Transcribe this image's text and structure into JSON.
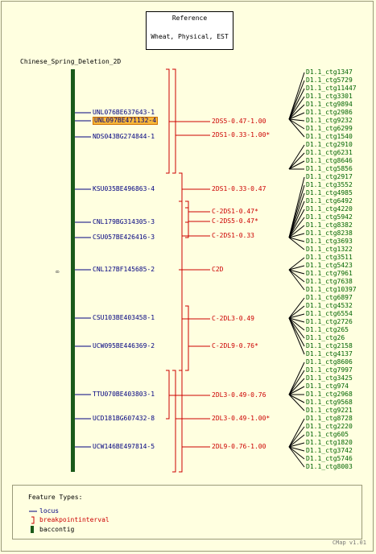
{
  "reference": {
    "line1": "Reference",
    "line2": "Wheat, Physical, EST"
  },
  "map_title": "Chinese_Spring_Deletion_2D",
  "axis_zero": "0",
  "loci": [
    "UNL076BE637643-1",
    "UNL097BE471132-4",
    "NDS043BG274844-1",
    "KSU035BE496863-4",
    "CNL179BG314305-3",
    "CSU057BE426416-3",
    "CNL127BF145685-2",
    "CSU103BE403458-1",
    "UCW095BE446369-2",
    "TTU070BE403803-1",
    "UCD181BG607432-8",
    "UCW146BE497814-5"
  ],
  "highlighted_locus": "UNL097BE471132-4",
  "intervals": [
    "2DS5-0.47-1.00",
    "2DS1-0.33-1.00*",
    "2DS1-0.33-0.47",
    "C-2DS1-0.47*",
    "C-2DS5-0.47*",
    "C-2DS1-0.33",
    "C2D",
    "C-2DL3-0.49",
    "C-2DL9-0.76*",
    "2DL3-0.49-0.76",
    "2DL3-0.49-1.00*",
    "2DL9-0.76-1.00"
  ],
  "contigs": [
    "D1.1_ctg1347",
    "D1.1_ctg5729",
    "D1.1_ctg11447",
    "D1.1_ctg3301",
    "D1.1_ctg9894",
    "D1.1_ctg2986",
    "D1.1_ctg9232",
    "D1.1_ctg6299",
    "D1.1_ctg1540",
    "D1.1_ctg2910",
    "D1.1_ctg6231",
    "D1.1_ctg8646",
    "D1.1_ctg5856",
    "D1.1_ctg2917",
    "D1.1_ctg3552",
    "D1.1_ctg4985",
    "D1.1_ctg6492",
    "D1.1_ctg4220",
    "D1.1_ctg5942",
    "D1.1_ctg8382",
    "D1.1_ctg8238",
    "D1.1_ctg3693",
    "D1.1_ctg1322",
    "D1.1_ctg3511",
    "D1.1_ctg5423",
    "D1.1_ctg7961",
    "D1.1_ctg7638",
    "D1.1_ctg10397",
    "D1.1_ctg6897",
    "D1.1_ctg4532",
    "D1.1_ctg6554",
    "D1.1_ctg2726",
    "D1.1_ctg265",
    "D1.1_ctg26",
    "D1.1_ctg2158",
    "D1.1_ctg4137",
    "D1.1_ctg8606",
    "D1.1_ctg7997",
    "D1.1_ctg3425",
    "D1.1_ctg974",
    "D1.1_ctg2968",
    "D1.1_ctg9568",
    "D1.1_ctg9221",
    "D1.1_ctg8728",
    "D1.1_ctg2220",
    "D1.1_ctg605",
    "D1.1_ctg1820",
    "D1.1_ctg3742",
    "D1.1_ctg5746",
    "D1.1_ctg8003"
  ],
  "legend": {
    "header": "Feature Types:",
    "items": [
      {
        "label": "locus",
        "color": "#000080"
      },
      {
        "label": "breakpointinterval",
        "color": "#cc0000"
      },
      {
        "label": "baccontig",
        "color": "#1a5a1a"
      }
    ]
  },
  "footer": "CMap v1.01",
  "colors": {
    "locus": "#000080",
    "interval": "#cc0000",
    "contig": "#006400",
    "bar": "#1a5a1a"
  }
}
